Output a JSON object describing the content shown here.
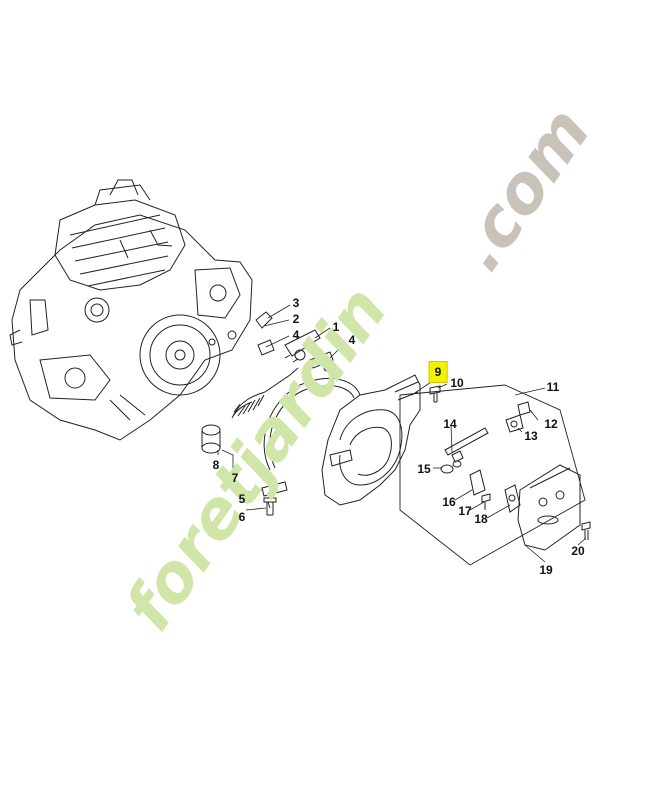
{
  "watermark": {
    "text_main": "foretjardin",
    "text_dom": ".com",
    "color_main": "#cfe6a8",
    "color_accent": "#f6c27a",
    "color_dom": "#c8c2b8"
  },
  "highlight_color": "#f2f200",
  "callouts": [
    {
      "id": "c1",
      "text": "1",
      "highlight": false
    },
    {
      "id": "c2",
      "text": "2",
      "highlight": false
    },
    {
      "id": "c3",
      "text": "3",
      "highlight": false
    },
    {
      "id": "c4a",
      "text": "4",
      "highlight": false
    },
    {
      "id": "c4b",
      "text": "4",
      "highlight": false
    },
    {
      "id": "c5",
      "text": "5",
      "highlight": false
    },
    {
      "id": "c6",
      "text": "6",
      "highlight": false
    },
    {
      "id": "c7",
      "text": "7",
      "highlight": false
    },
    {
      "id": "c8",
      "text": "8",
      "highlight": false
    },
    {
      "id": "c9",
      "text": "9",
      "highlight": true
    },
    {
      "id": "c10",
      "text": "10",
      "highlight": false
    },
    {
      "id": "c11",
      "text": "11",
      "highlight": false
    },
    {
      "id": "c12",
      "text": "12",
      "highlight": false
    },
    {
      "id": "c13",
      "text": "13",
      "highlight": false
    },
    {
      "id": "c14",
      "text": "14",
      "highlight": false
    },
    {
      "id": "c15",
      "text": "15",
      "highlight": false
    },
    {
      "id": "c16",
      "text": "16",
      "highlight": false
    },
    {
      "id": "c17",
      "text": "17",
      "highlight": false
    },
    {
      "id": "c18",
      "text": "18",
      "highlight": false
    },
    {
      "id": "c19",
      "text": "19",
      "highlight": false
    },
    {
      "id": "c20",
      "text": "20",
      "highlight": false
    }
  ]
}
